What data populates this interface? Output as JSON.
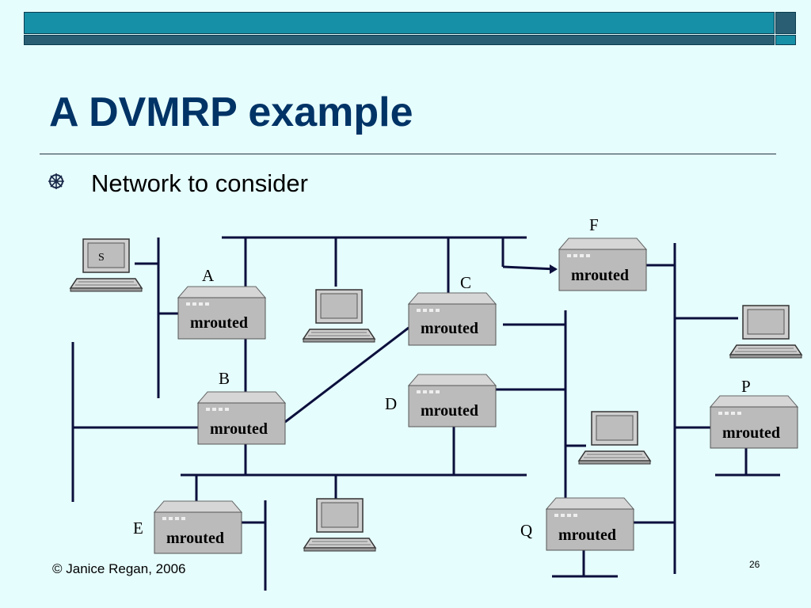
{
  "slide": {
    "title": "A DVMRP example",
    "bullet": "Network to consider",
    "footer": "© Janice Regan, 2006",
    "page_number": "26",
    "accent_color": "#1690a6",
    "title_color": "#003366",
    "line_color": "#0b0f3c",
    "bullet_icon": "wheel-icon"
  },
  "diagram": {
    "host_s_label": "S",
    "routers": [
      {
        "id": "A",
        "text": "mrouted"
      },
      {
        "id": "B",
        "text": "mrouted"
      },
      {
        "id": "C",
        "text": "mrouted"
      },
      {
        "id": "D",
        "text": "mrouted"
      },
      {
        "id": "E",
        "text": "mrouted"
      },
      {
        "id": "F",
        "text": "mrouted"
      },
      {
        "id": "P",
        "text": "mrouted"
      },
      {
        "id": "Q",
        "text": "mrouted"
      }
    ]
  }
}
